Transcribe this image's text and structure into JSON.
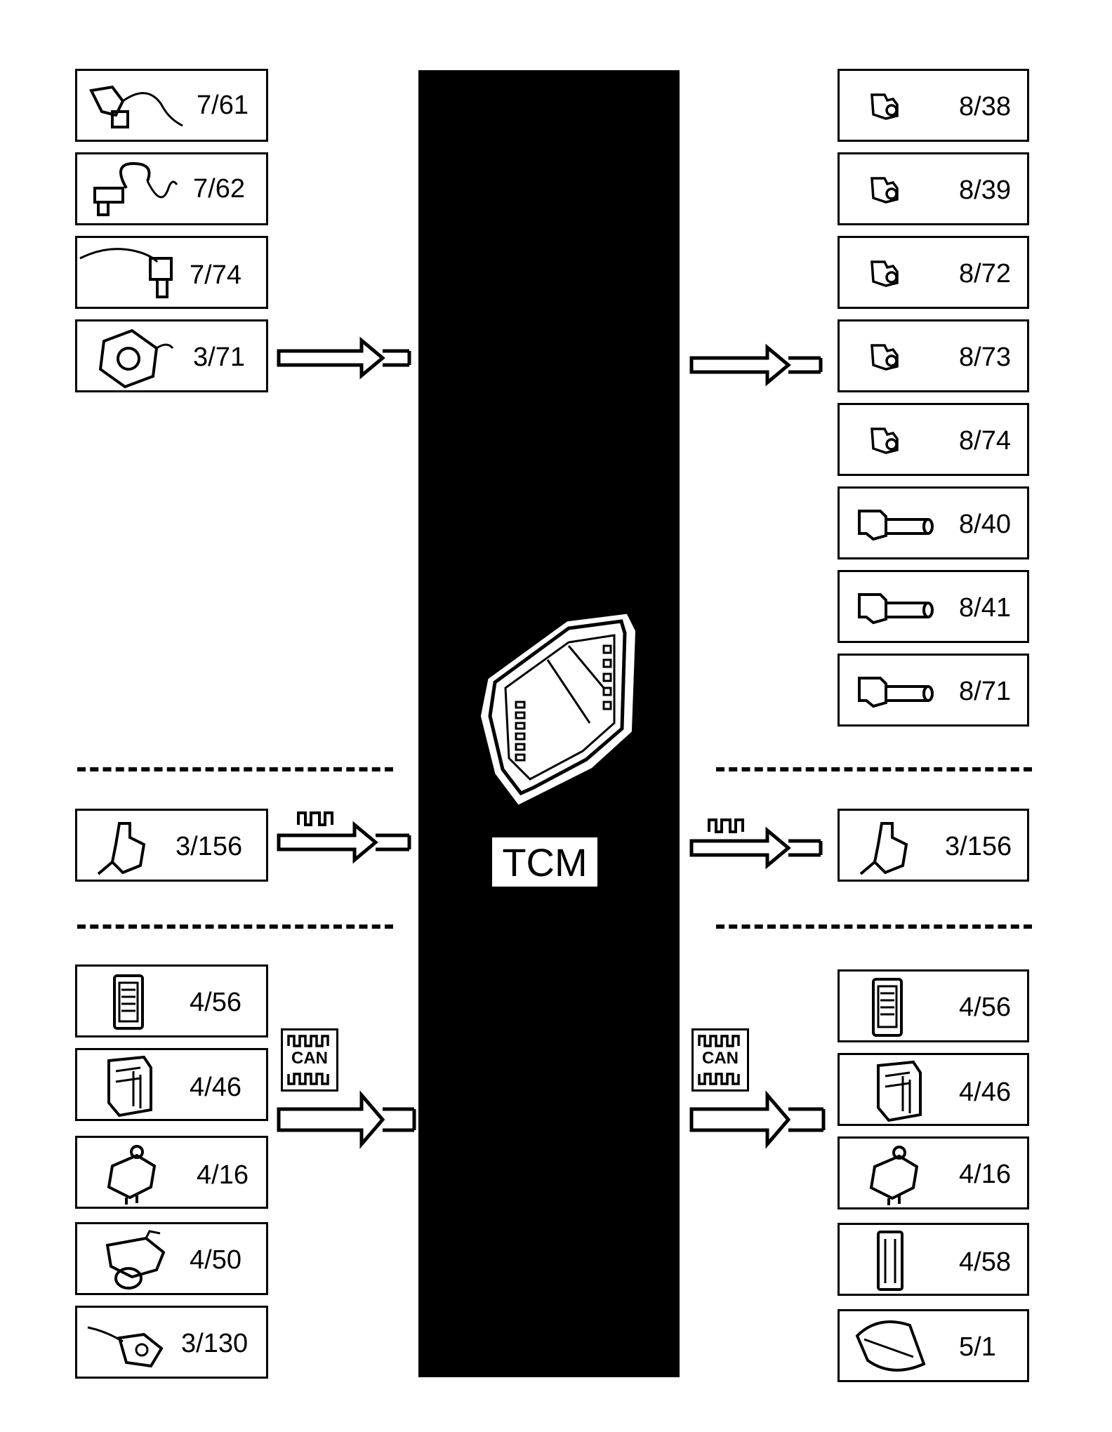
{
  "center": {
    "label": "TCM"
  },
  "signals": {
    "can_label": "CAN"
  },
  "inputs_hardwired": [
    {
      "label": "7/61",
      "icon": "sensor-cable-icon"
    },
    {
      "label": "7/62",
      "icon": "sensor-loop-cable-icon"
    },
    {
      "label": "7/74",
      "icon": "sensor-plug-icon"
    },
    {
      "label": "3/71",
      "icon": "range-sensor-icon"
    }
  ],
  "outputs_hardwired": [
    {
      "label": "8/38",
      "icon": "solenoid-icon"
    },
    {
      "label": "8/39",
      "icon": "solenoid-icon"
    },
    {
      "label": "8/72",
      "icon": "solenoid-icon"
    },
    {
      "label": "8/73",
      "icon": "solenoid-icon"
    },
    {
      "label": "8/74",
      "icon": "solenoid-icon"
    },
    {
      "label": "8/40",
      "icon": "valve-icon"
    },
    {
      "label": "8/41",
      "icon": "valve-icon"
    },
    {
      "label": "8/71",
      "icon": "valve-icon"
    }
  ],
  "input_pwm": {
    "label": "3/156",
    "icon": "sensor-icon"
  },
  "output_pwm": {
    "label": "3/156",
    "icon": "sensor-icon"
  },
  "inputs_can": [
    {
      "label": "4/56",
      "icon": "module-icon"
    },
    {
      "label": "4/46",
      "icon": "display-module-icon"
    },
    {
      "label": "4/16",
      "icon": "ecm-icon"
    },
    {
      "label": "4/50",
      "icon": "throttle-module-icon"
    },
    {
      "label": "3/130",
      "icon": "switch-cable-icon"
    }
  ],
  "outputs_can": [
    {
      "label": "4/56",
      "icon": "module-icon"
    },
    {
      "label": "4/46",
      "icon": "display-module-icon"
    },
    {
      "label": "4/16",
      "icon": "ecm-icon"
    },
    {
      "label": "4/58",
      "icon": "slim-module-icon"
    },
    {
      "label": "5/1",
      "icon": "instrument-cluster-icon"
    }
  ]
}
